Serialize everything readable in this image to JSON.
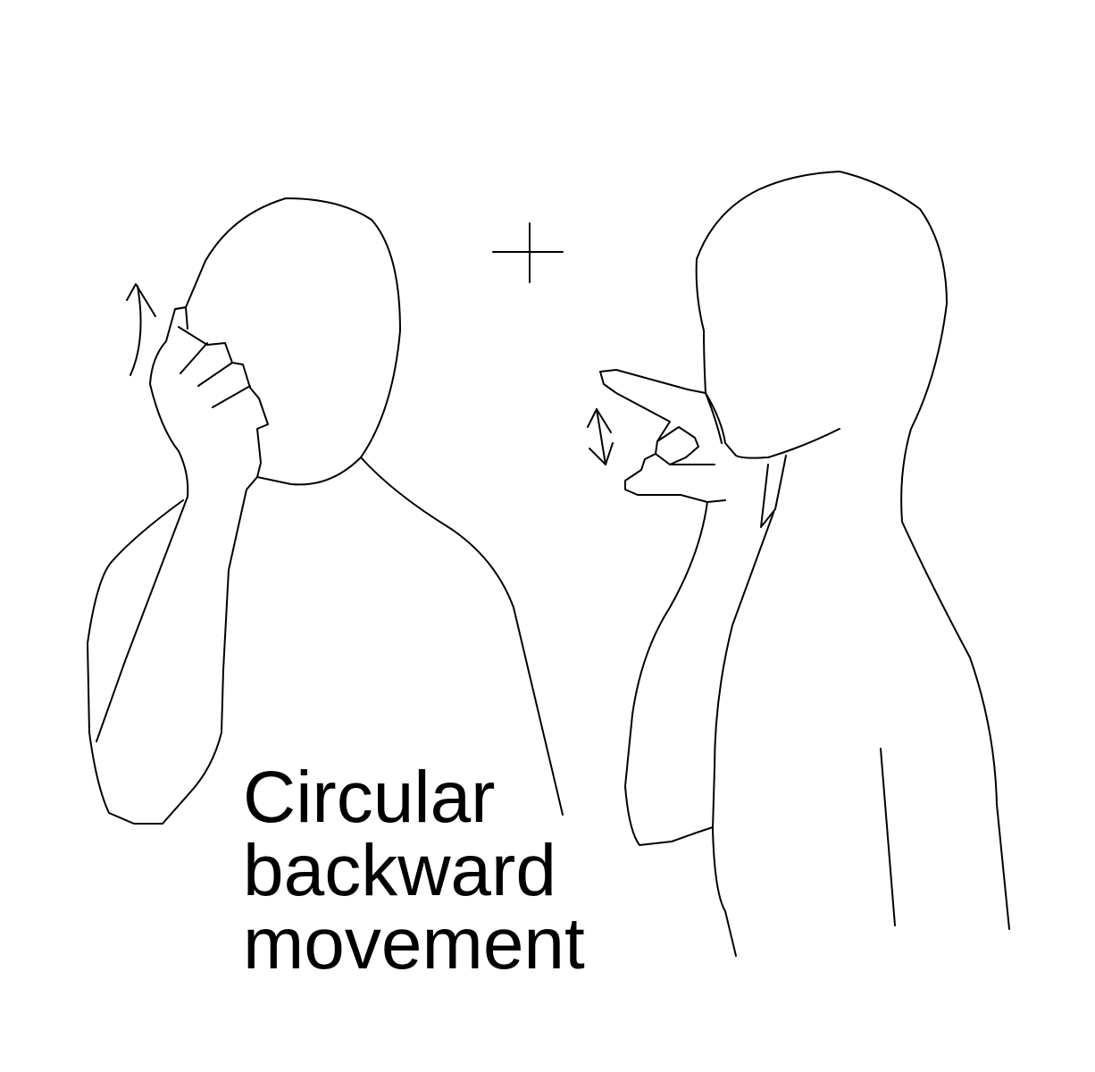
{
  "caption": {
    "line1": "Circular",
    "line2": "backward",
    "line3": "movement"
  },
  "colors": {
    "background": "#ffffff",
    "stroke": "#000000"
  }
}
